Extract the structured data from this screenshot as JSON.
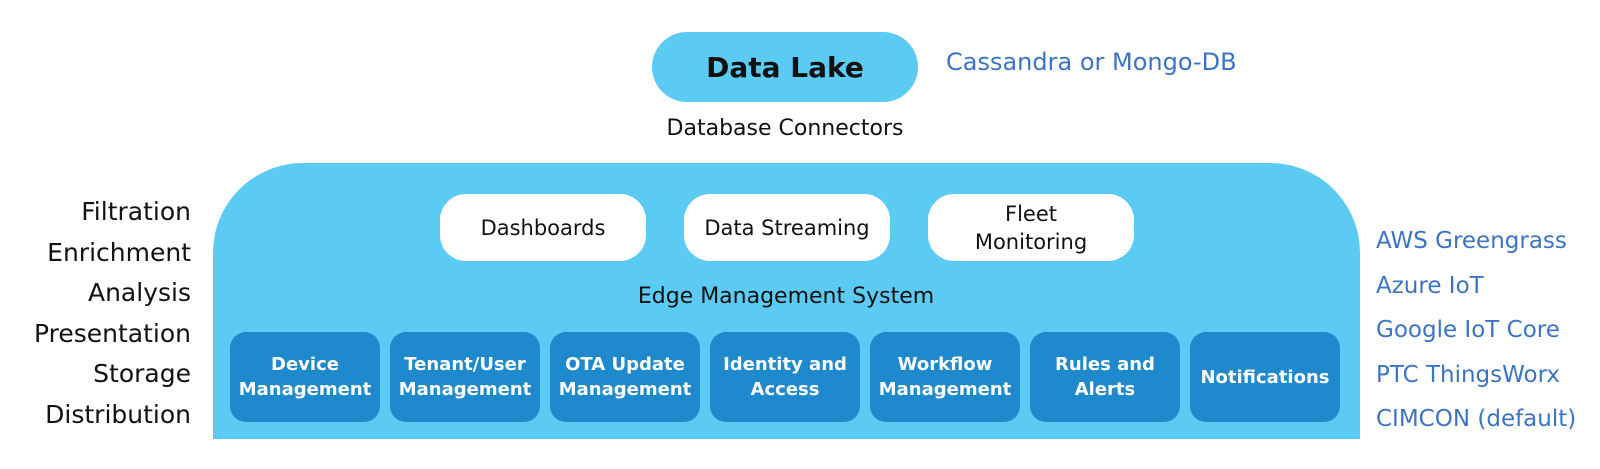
{
  "top": {
    "data_lake": "Data Lake",
    "db_note": "Cassandra or Mongo-DB",
    "connectors": "Database Connectors"
  },
  "capabilities": [
    "Filtration",
    "Enrichment",
    "Analysis",
    "Presentation",
    "Storage",
    "Distribution"
  ],
  "pills": [
    "Dashboards",
    "Data Streaming",
    "Fleet\nMonitoring"
  ],
  "ems_label": "Edge Management System",
  "modules": [
    "Device\nManagement",
    "Tenant/User\nManagement",
    "OTA Update\nManagement",
    "Identity and\nAccess",
    "Workflow\nManagement",
    "Rules and\nAlerts",
    "Notifications"
  ],
  "platforms": [
    "AWS Greengrass",
    "Azure IoT",
    "Google IoT Core",
    "PTC ThingsWorx",
    "CIMCON (default)"
  ],
  "colors": {
    "light_blue": "#5ccbf4",
    "module_blue": "#1e89cd",
    "link_blue": "#3b74c4"
  }
}
